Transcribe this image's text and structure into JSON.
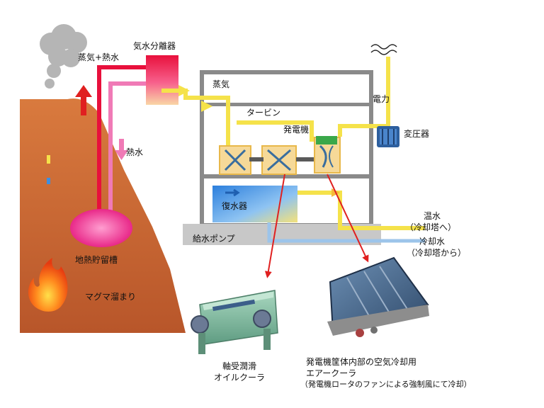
{
  "labels": {
    "steam_water": "蒸気+熱水",
    "separator": "気水分離器",
    "steam": "蒸気",
    "hot_water": "熱水",
    "turbine": "タービン",
    "generator": "発電機",
    "power": "電力",
    "transformer": "変圧器",
    "condenser": "復水器",
    "feed_pump": "給水ポンプ",
    "warm_water": "温水",
    "warm_water_dest": "（冷却塔へ）",
    "cooling_water": "冷却水",
    "cooling_water_src": "（冷却塔から）",
    "reservoir": "地熱貯留槽",
    "magma": "マグマ溜まり",
    "oil_cooler_1": "軸受潤滑",
    "oil_cooler_2": "オイルクーラ",
    "air_cooler_1": "発電機筐体内部の空気冷却用",
    "air_cooler_2": "エアークーラ",
    "air_cooler_3": "（発電機ロータのファンによる強制風にて冷却）"
  },
  "colors": {
    "ground": "#c9682e",
    "steam_line": "#f5e24a",
    "hot_water_line": "#f07ab6",
    "arrow_red": "#e02020",
    "condenser_blue": "#3f8ee0",
    "building": "#888888",
    "cooling_line": "#9cc4ea"
  },
  "icons": [
    "flame-icon",
    "steam-cloud-icon",
    "turbine-icon",
    "generator-icon",
    "transformer-icon",
    "power-wave-icon"
  ]
}
